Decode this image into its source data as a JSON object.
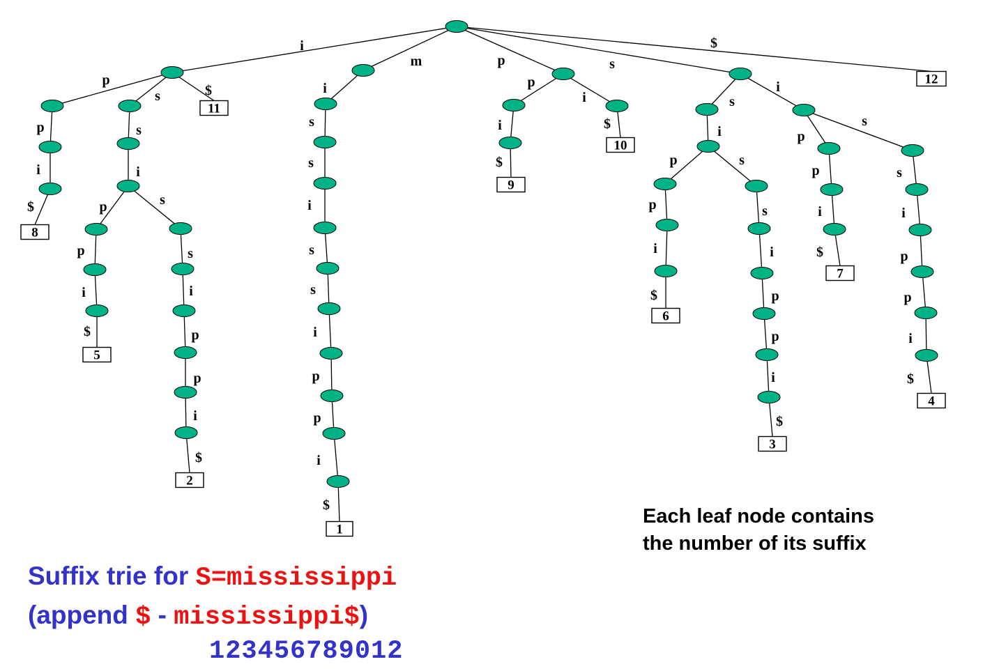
{
  "diagram": {
    "colors": {
      "node": "#00b386",
      "edge": "#000000",
      "title_blue": "#3333cc",
      "highlight_red": "#ee1111"
    },
    "nodes": [
      {
        "id": "root"
      },
      {
        "id": "n_i"
      },
      {
        "id": "n_ip"
      },
      {
        "id": "n_ipp"
      },
      {
        "id": "n_ippi"
      },
      {
        "id": "n_ippi_end"
      },
      {
        "id": "n_is"
      },
      {
        "id": "n_iss"
      },
      {
        "id": "n_issi"
      },
      {
        "id": "n_issip"
      },
      {
        "id": "n_issipp"
      },
      {
        "id": "n_issippi"
      },
      {
        "id": "n_isss"
      },
      {
        "id": "n_isssi"
      },
      {
        "id": "n_isssip"
      },
      {
        "id": "n_isssipp"
      },
      {
        "id": "n_isssippi"
      },
      {
        "id": "n_m"
      },
      {
        "id": "n_m1"
      },
      {
        "id": "n_m2"
      },
      {
        "id": "n_m3"
      },
      {
        "id": "n_m4"
      },
      {
        "id": "n_m5"
      },
      {
        "id": "n_m6"
      },
      {
        "id": "n_m7"
      },
      {
        "id": "n_m8"
      },
      {
        "id": "n_m9"
      },
      {
        "id": "n_m10"
      },
      {
        "id": "n_p"
      },
      {
        "id": "n_pp"
      },
      {
        "id": "n_ppi"
      },
      {
        "id": "n_pi"
      },
      {
        "id": "n_s"
      },
      {
        "id": "n_ss"
      },
      {
        "id": "n_ssi"
      },
      {
        "id": "n_ssip"
      },
      {
        "id": "n_ssipp"
      },
      {
        "id": "n_ssippi"
      },
      {
        "id": "n_sss"
      },
      {
        "id": "n_sssi"
      },
      {
        "id": "n_sssip"
      },
      {
        "id": "n_sssipp"
      },
      {
        "id": "n_sssippi"
      },
      {
        "id": "n_sssippi2"
      },
      {
        "id": "n_si"
      },
      {
        "id": "n_sip"
      },
      {
        "id": "n_sipp"
      },
      {
        "id": "n_sippi"
      },
      {
        "id": "n_sis"
      },
      {
        "id": "n_siss"
      },
      {
        "id": "n_sissi"
      },
      {
        "id": "n_sissip"
      },
      {
        "id": "n_sissipp"
      },
      {
        "id": "n_sissippi"
      }
    ],
    "edges": [
      {
        "from": "root",
        "to": "n_i",
        "label": "i"
      },
      {
        "from": "n_i",
        "to": "n_ip",
        "label": "p"
      },
      {
        "from": "n_ip",
        "to": "n_ipp",
        "label": "p"
      },
      {
        "from": "n_ipp",
        "to": "n_ippi",
        "label": "i"
      },
      {
        "from": "n_ippi",
        "to": "leaf8",
        "label": "$"
      },
      {
        "from": "n_i",
        "to": "n_is",
        "label": "s"
      },
      {
        "from": "n_is",
        "to": "n_iss",
        "label": "s"
      },
      {
        "from": "n_iss",
        "to": "n_issi",
        "label": "i"
      },
      {
        "from": "n_issi",
        "to": "n_issip",
        "label": "p"
      },
      {
        "from": "n_issip",
        "to": "n_issipp",
        "label": "p"
      },
      {
        "from": "n_issipp",
        "to": "n_issippi",
        "label": "i"
      },
      {
        "from": "n_issippi",
        "to": "leaf5",
        "label": "$"
      },
      {
        "from": "n_issi",
        "to": "n_isss",
        "label": "s"
      },
      {
        "from": "n_isss",
        "to": "n_isssi",
        "label": "s"
      },
      {
        "from": "n_isssi",
        "to": "n_isssip",
        "label": "i"
      },
      {
        "from": "n_isssip",
        "to": "n_isssipp",
        "label": "p"
      },
      {
        "from": "n_isssipp",
        "to": "n_isssippi",
        "label": "p"
      },
      {
        "from": "n_isssippi",
        "to": "n_ippi_end",
        "label": "i"
      },
      {
        "from": "n_ippi_end",
        "to": "leaf2",
        "label": "$"
      },
      {
        "from": "n_i",
        "to": "leaf11",
        "label": "$"
      },
      {
        "from": "root",
        "to": "n_m",
        "label": "m"
      },
      {
        "from": "n_m",
        "to": "n_m1",
        "label": "i"
      },
      {
        "from": "n_m1",
        "to": "n_m2",
        "label": "s"
      },
      {
        "from": "n_m2",
        "to": "n_m3",
        "label": "s"
      },
      {
        "from": "n_m3",
        "to": "n_m4",
        "label": "i"
      },
      {
        "from": "n_m4",
        "to": "n_m5",
        "label": "s"
      },
      {
        "from": "n_m5",
        "to": "n_m6",
        "label": "s"
      },
      {
        "from": "n_m6",
        "to": "n_m7",
        "label": "i"
      },
      {
        "from": "n_m7",
        "to": "n_m8",
        "label": "p"
      },
      {
        "from": "n_m8",
        "to": "n_m9",
        "label": "p"
      },
      {
        "from": "n_m9",
        "to": "n_m10",
        "label": "i"
      },
      {
        "from": "n_m10",
        "to": "leaf1",
        "label": "$"
      },
      {
        "from": "root",
        "to": "n_p",
        "label": "p"
      },
      {
        "from": "n_p",
        "to": "n_pp",
        "label": "p"
      },
      {
        "from": "n_pp",
        "to": "n_ppi",
        "label": "i"
      },
      {
        "from": "n_ppi",
        "to": "leaf9",
        "label": "$"
      },
      {
        "from": "n_p",
        "to": "n_pi",
        "label": "i"
      },
      {
        "from": "n_pi",
        "to": "leaf10",
        "label": "$"
      },
      {
        "from": "root",
        "to": "n_s",
        "label": "s"
      },
      {
        "from": "n_s",
        "to": "n_ss",
        "label": "s"
      },
      {
        "from": "n_ss",
        "to": "n_ssi",
        "label": "i"
      },
      {
        "from": "n_ssi",
        "to": "n_ssip",
        "label": "p"
      },
      {
        "from": "n_ssip",
        "to": "n_ssipp",
        "label": "p"
      },
      {
        "from": "n_ssipp",
        "to": "n_ssippi",
        "label": "i"
      },
      {
        "from": "n_ssippi",
        "to": "leaf6",
        "label": "$"
      },
      {
        "from": "n_ssi",
        "to": "n_sss",
        "label": "s"
      },
      {
        "from": "n_sss",
        "to": "n_sssi",
        "label": "s"
      },
      {
        "from": "n_sssi",
        "to": "n_sssip",
        "label": "i"
      },
      {
        "from": "n_sssip",
        "to": "n_sssipp",
        "label": "p"
      },
      {
        "from": "n_sssipp",
        "to": "n_sssippi",
        "label": "p"
      },
      {
        "from": "n_sssippi",
        "to": "n_sssippi2",
        "label": "i"
      },
      {
        "from": "n_sssippi2",
        "to": "leaf3",
        "label": "$"
      },
      {
        "from": "n_s",
        "to": "n_si",
        "label": "i"
      },
      {
        "from": "n_si",
        "to": "n_sip",
        "label": "p"
      },
      {
        "from": "n_sip",
        "to": "n_sipp",
        "label": "p"
      },
      {
        "from": "n_sipp",
        "to": "n_sippi",
        "label": "i"
      },
      {
        "from": "n_sippi",
        "to": "leaf7",
        "label": "$"
      },
      {
        "from": "n_si",
        "to": "n_sis",
        "label": "s"
      },
      {
        "from": "n_sis",
        "to": "n_siss",
        "label": "s"
      },
      {
        "from": "n_siss",
        "to": "n_sissi",
        "label": "i"
      },
      {
        "from": "n_sissi",
        "to": "n_sissip",
        "label": "p"
      },
      {
        "from": "n_sissip",
        "to": "n_sissipp",
        "label": "p"
      },
      {
        "from": "n_sissipp",
        "to": "n_sissippi",
        "label": "i"
      },
      {
        "from": "n_sissippi",
        "to": "leaf4",
        "label": "$"
      },
      {
        "from": "root",
        "to": "leaf12",
        "label": "$"
      }
    ],
    "leaves": [
      {
        "id": "leaf1",
        "text": "1"
      },
      {
        "id": "leaf2",
        "text": "2"
      },
      {
        "id": "leaf3",
        "text": "3"
      },
      {
        "id": "leaf4",
        "text": "4"
      },
      {
        "id": "leaf5",
        "text": "5"
      },
      {
        "id": "leaf6",
        "text": "6"
      },
      {
        "id": "leaf7",
        "text": "7"
      },
      {
        "id": "leaf8",
        "text": "8"
      },
      {
        "id": "leaf9",
        "text": "9"
      },
      {
        "id": "leaf10",
        "text": "10"
      },
      {
        "id": "leaf11",
        "text": "11"
      },
      {
        "id": "leaf12",
        "text": "12"
      }
    ]
  },
  "note": {
    "line1": "Each leaf node contains",
    "line2": "the number of its suffix"
  },
  "title": {
    "line1_prefix": "Suffix trie for ",
    "line1_code": "S=mississippi",
    "line2_open": "(append ",
    "line2_dollar": "$",
    "line2_dash": " - ",
    "line2_code": "mississippi$",
    "line2_close": ")",
    "indices": "123456789012"
  }
}
